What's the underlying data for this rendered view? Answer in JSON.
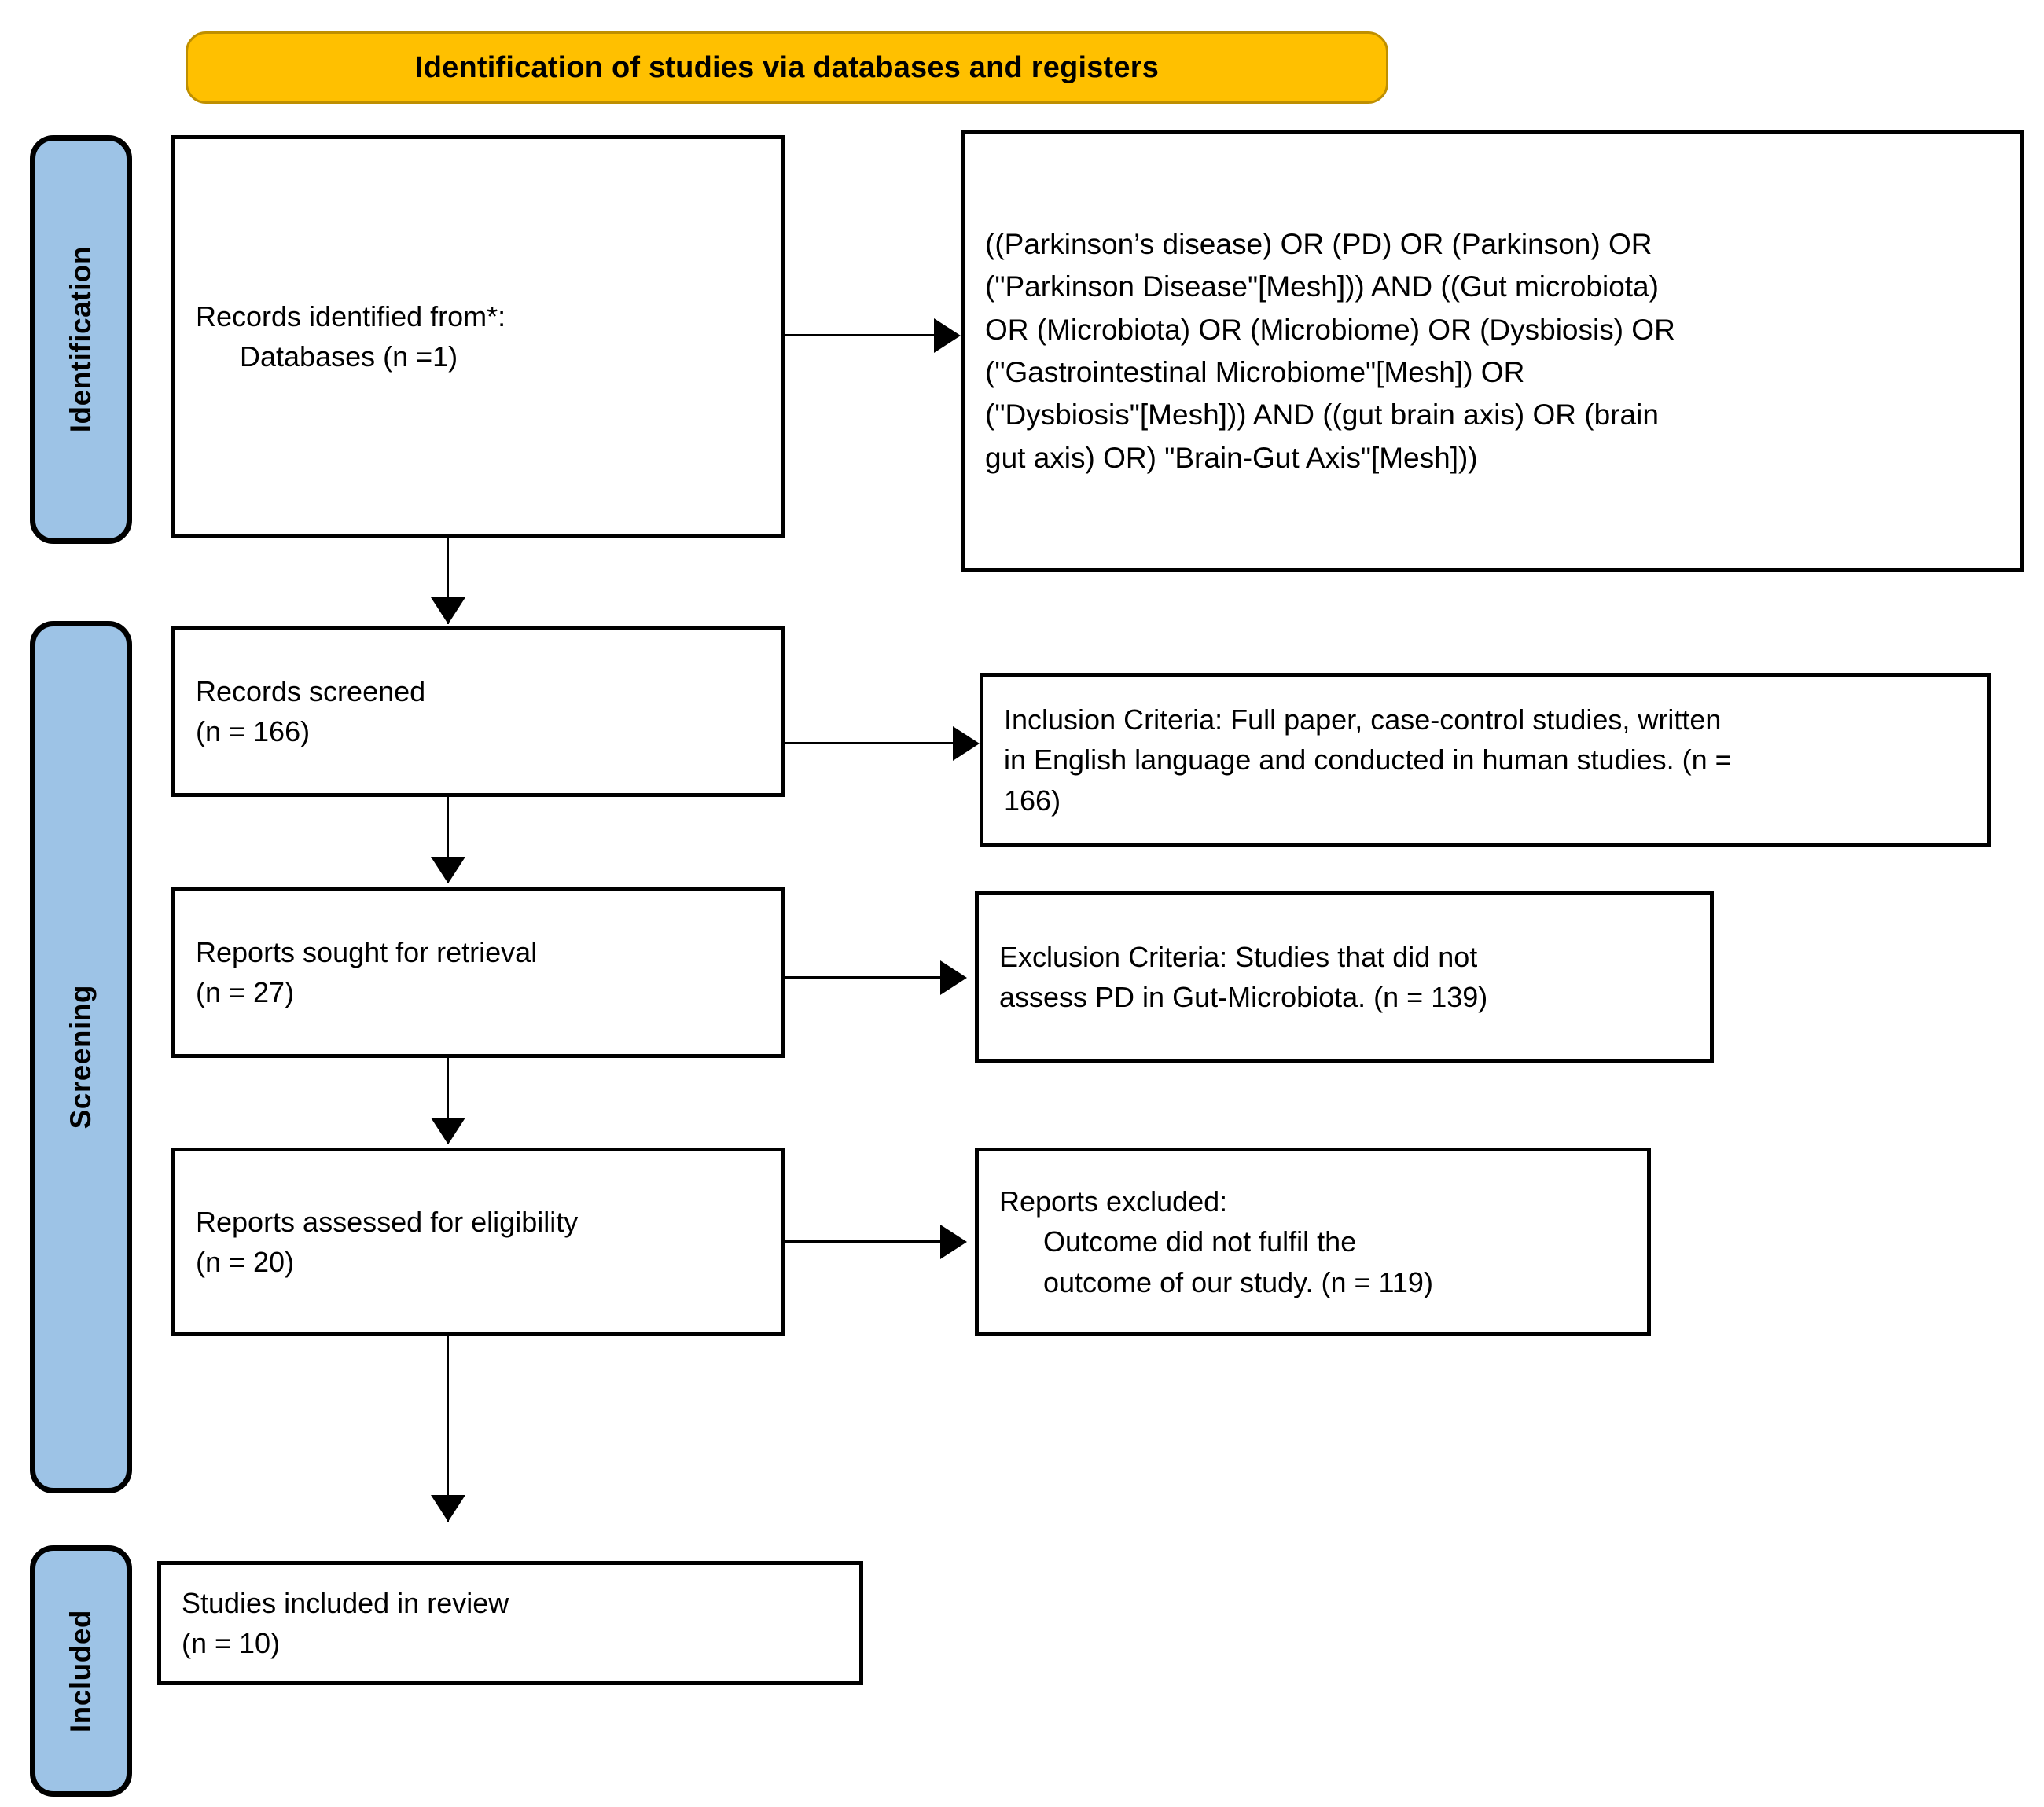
{
  "banner": {
    "title": "Identification of studies via databases and registers",
    "bg_color": "#FFC000",
    "border_color": "#BF8F00"
  },
  "phases": {
    "bg_color": "#9DC3E6",
    "items": [
      {
        "label": "Identification"
      },
      {
        "label": "Screening"
      },
      {
        "label": "Included"
      }
    ]
  },
  "boxes": {
    "records_identified": {
      "line1": "Records identified from*:",
      "line2": "Databases (n =1)"
    },
    "search_string": {
      "line1": "((Parkinson’s disease) OR (PD) OR (Parkinson) OR",
      "line2": "(\"Parkinson Disease\"[Mesh])) AND ((Gut microbiota)",
      "line3": "OR (Microbiota) OR (Microbiome) OR (Dysbiosis) OR",
      "line4": "(\"Gastrointestinal Microbiome\"[Mesh]) OR",
      "line5": "(\"Dysbiosis\"[Mesh])) AND ((gut brain axis) OR (brain",
      "line6": "gut axis) OR) \"Brain-Gut Axis\"[Mesh]))"
    },
    "records_screened": {
      "line1": "Records screened",
      "line2": "(n = 166)"
    },
    "inclusion_criteria": {
      "line1": "Inclusion Criteria: Full paper, case-control studies, written",
      "line2": "in English language and conducted in human studies. (n =",
      "line3": "166)"
    },
    "reports_sought": {
      "line1": "Reports sought for retrieval",
      "line2": "(n = 27)"
    },
    "exclusion_criteria": {
      "line1": "Exclusion Criteria: Studies that did not",
      "line2": "assess PD in Gut-Microbiota. (n = 139)"
    },
    "reports_assessed": {
      "line1": "Reports assessed for eligibility",
      "line2": "(n = 20)"
    },
    "reports_excluded": {
      "line1": "Reports excluded:",
      "line2": "Outcome did not fulfil the",
      "line3": "outcome of our study. (n = 119)"
    },
    "studies_included": {
      "line1": "Studies included in review",
      "line2": "(n = 10)"
    }
  }
}
